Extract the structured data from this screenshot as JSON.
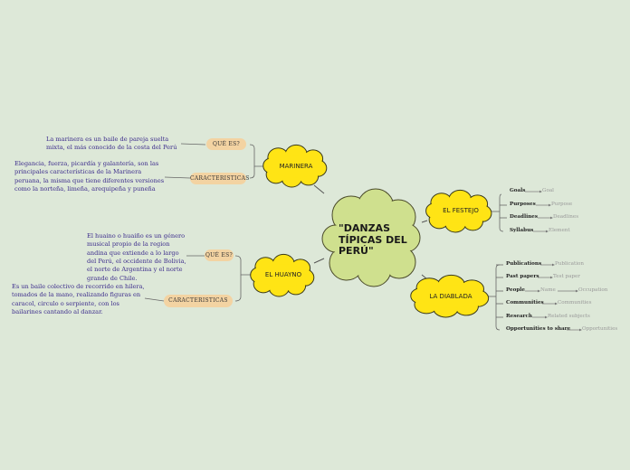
{
  "central": {
    "title": "\"DANZAS TÍPICAS DEL PERÚ\""
  },
  "marinera": {
    "label": "MARINERA",
    "que_es_label": "QUÉ ES?",
    "que_es_text": "La marinera es un baile de pareja suelta mixta, el más conocido de la costa del Perú",
    "caracteristicas_label": "CARACTERISTICAS",
    "caracteristicas_text": "Elegancia, fuerza, picardía y galantería, son las principales características de la Marinera peruana, la misma que tiene diferentes versiones como la norteña, limeña, arequipeña y puneña"
  },
  "huayno": {
    "label": "EL HUAYNO",
    "que_es_label": "QUÉ ES?",
    "que_es_text": "El huaino o huaiño es un género musical propio de la region andina que extiende a lo largo del Perú, el occidente de Bolivia, el norte de Argentina y el norte grande de Chile.",
    "caracteristicas_label": "CARACTERISTICAS",
    "caracteristicas_text": "Es un baile colectivo de recorrido en hilera, tomados de la mano, realizando figuras en caracol, circulo o serpiente, con los bailarines cantando al danzar."
  },
  "festejo": {
    "label": "EL FESTEJO",
    "items": [
      {
        "label": "Goals",
        "sub": "Goal"
      },
      {
        "label": "Purposes",
        "sub": "Purpose"
      },
      {
        "label": "Deadlines",
        "sub": "Deadlines"
      },
      {
        "label": "Syllabus",
        "sub": "Element"
      }
    ]
  },
  "diablada": {
    "label": "LA DIABLADA",
    "items": [
      {
        "label": "Publications",
        "sub": "Publication"
      },
      {
        "label": "Past papers",
        "sub": "Test paper"
      },
      {
        "label": "People",
        "sub": "Name",
        "sub2": "Occupation"
      },
      {
        "label": "Communities",
        "sub": "Communities"
      },
      {
        "label": "Research",
        "sub": "Related subjects"
      },
      {
        "label": "Opportunities to share",
        "sub": "Opportunities"
      }
    ]
  },
  "colors": {
    "background": "#dde8d8",
    "central_cloud": "#cfe08e",
    "topic_cloud": "#ffe415",
    "pill": "#f3d3a2",
    "description_text": "#3c2c8c",
    "connector": "#555555"
  }
}
